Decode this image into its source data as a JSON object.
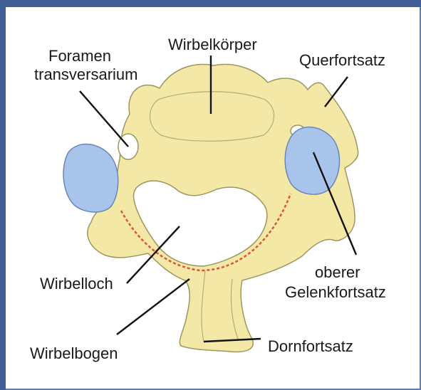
{
  "labels": {
    "foramen": "Foramen",
    "transversarium": "transversarium",
    "wirbelkoerper": "Wirbelkörper",
    "querfortsatz": "Querfortsatz",
    "wirbelloch": "Wirbelloch",
    "oberer": "oberer",
    "gelenkfortsatz": "Gelenkfortsatz",
    "dornfortsatz": "Dornfortsatz",
    "wirbelbogen": "Wirbelbogen"
  },
  "colors": {
    "bone": "#f3e8a6",
    "bone_outline": "#9c9660",
    "joint_surface": "#a9c4ea",
    "joint_outline": "#6a86b6",
    "canal_line": "#d9543a",
    "border_blue": "#3f5f96",
    "leader_line": "#111111"
  }
}
